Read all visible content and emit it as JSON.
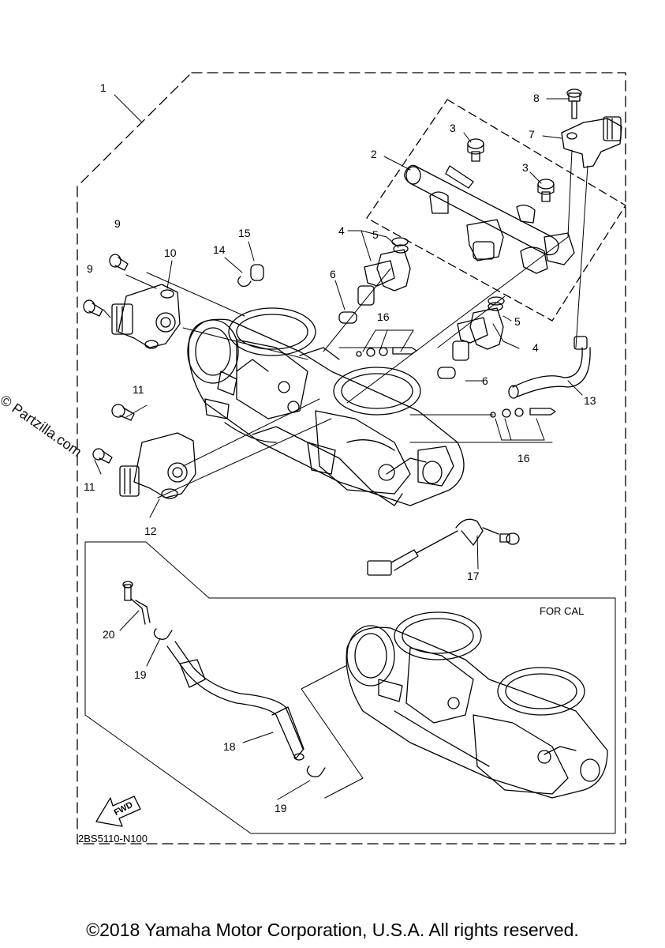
{
  "diagram": {
    "code": "2BS5110-N100",
    "inset_label": "FOR CAL",
    "fwd_label": "FWD",
    "watermark": "© Partzilla.com",
    "copyright": "©2018 Yamaha Motor Corporation, U.S.A. All rights reserved.",
    "callouts": [
      "1",
      "2",
      "3",
      "3",
      "4",
      "4",
      "5",
      "5",
      "6",
      "6",
      "7",
      "8",
      "9",
      "9",
      "10",
      "11",
      "11",
      "12",
      "13",
      "14",
      "15",
      "16",
      "16",
      "17",
      "18",
      "19",
      "19",
      "20"
    ]
  }
}
